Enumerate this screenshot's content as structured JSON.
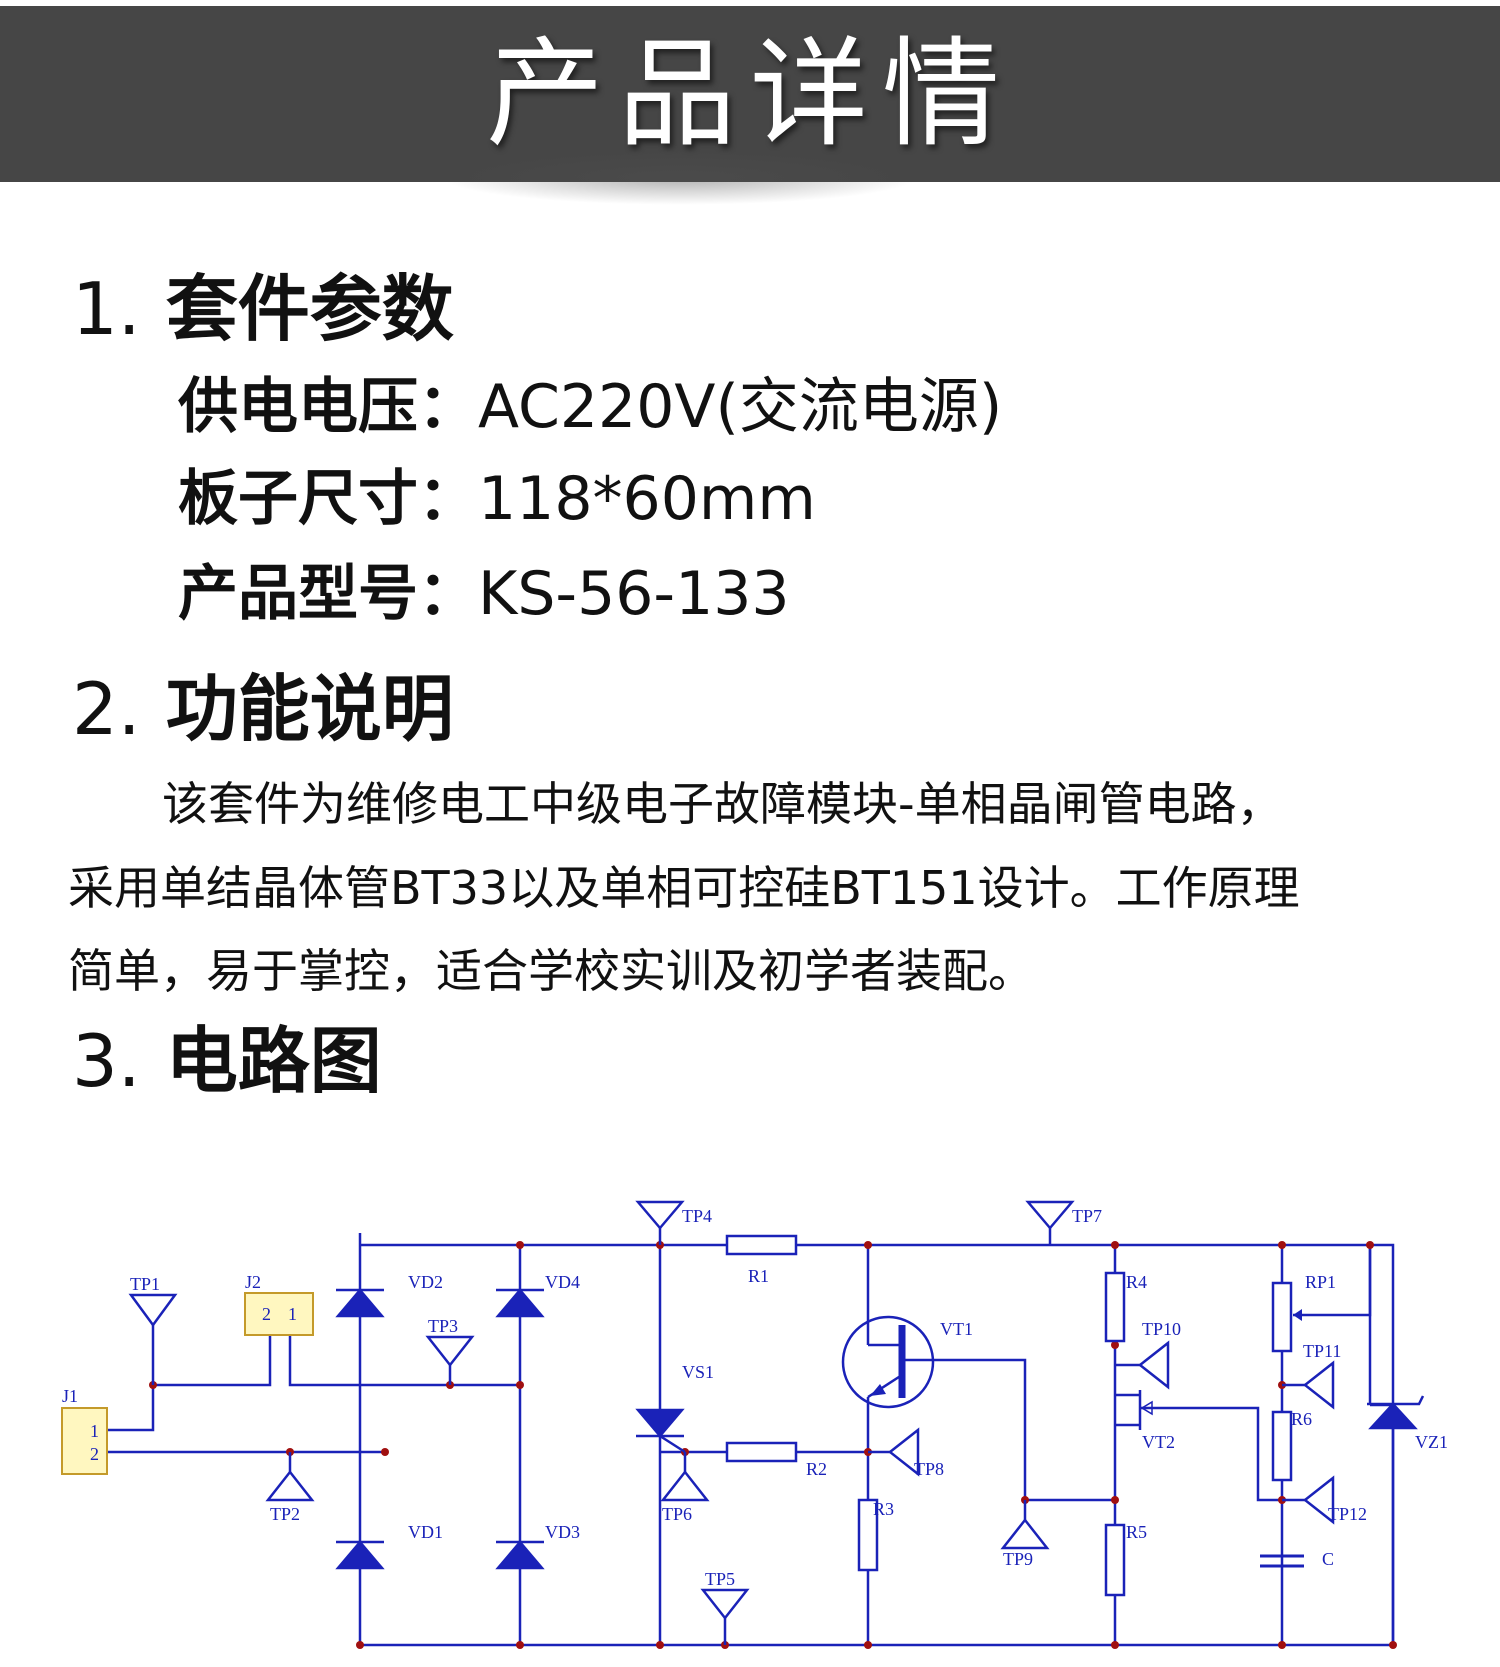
{
  "header": {
    "title": "产品详情"
  },
  "sections": [
    {
      "number": "1.",
      "title": "套件参数"
    },
    {
      "number": "2.",
      "title": "功能说明"
    },
    {
      "number": "3.",
      "title": "电路图"
    }
  ],
  "params": [
    {
      "label": "供电电压：",
      "value": "AC220V(交流电源)"
    },
    {
      "label": "板子尺寸：",
      "value": "118*60mm"
    },
    {
      "label": "产品型号：",
      "value": "KS-56-133"
    }
  ],
  "description": {
    "lines": [
      "该套件为维修电工中级电子故障模块-单相晶闸管电路，",
      "采用单结晶体管BT33以及单相可控硅BT151设计。工作原理",
      "简单，易于掌控，适合学校实训及初学者装配。"
    ]
  },
  "schematic": {
    "colors": {
      "wire": "#1a22b8",
      "connector_fill": "#fff7c0",
      "connector_stroke": "#c49a2a"
    },
    "labels": {
      "TP1": "TP1",
      "TP2": "TP2",
      "TP3": "TP3",
      "TP4": "TP4",
      "TP5": "TP5",
      "TP6": "TP6",
      "TP7": "TP7",
      "TP8": "TP8",
      "TP9": "TP9",
      "TP10": "TP10",
      "TP11": "TP11",
      "TP12": "TP12",
      "J1": "J1",
      "J2": "J2",
      "VD1": "VD1",
      "VD2": "VD2",
      "VD3": "VD3",
      "VD4": "VD4",
      "VS1": "VS1",
      "VT1": "VT1",
      "VT2": "VT2",
      "VZ1": "VZ1",
      "R1": "R1",
      "R2": "R2",
      "R3": "R3",
      "R4": "R4",
      "R5": "R5",
      "R6": "R6",
      "RP1": "RP1",
      "C": "C"
    },
    "pins": {
      "J1_top": "1",
      "J1_bottom": "2",
      "J2_left": "2",
      "J2_right": "1"
    }
  }
}
